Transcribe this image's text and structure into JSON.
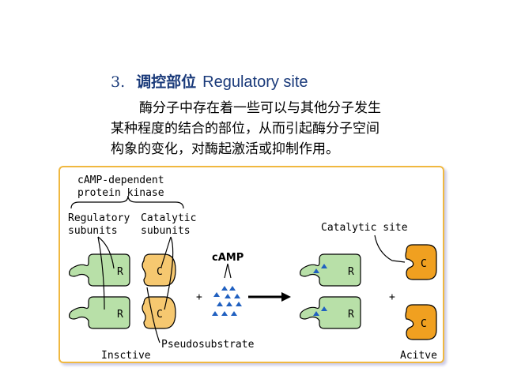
{
  "heading": {
    "number": "3.",
    "title_cn": "调控部位",
    "title_en": "Regulatory site"
  },
  "paragraph": {
    "line1": "酶分子中存在着一些可以与其他分子发生",
    "line2": "某种程度的结合的部位，从而引起酶分子空间",
    "line3": "构象的变化，对酶起激活或抑制作用。"
  },
  "figure": {
    "kinase_label_1": "cAMP-dependent",
    "kinase_label_2": "protein kinase",
    "regulatory_label_1": "Regulatory",
    "regulatory_label_2": "subunits",
    "catalytic_label_1": "Catalytic",
    "catalytic_label_2": "subunits",
    "camp_label": "cAMP",
    "catalytic_site_label": "Catalytic site",
    "pseudosubstrate_label": "Pseudosubstrate",
    "inactive_label": "Insctive",
    "active_label": "Acitve",
    "plus_sign": "+",
    "r_letter": "R",
    "c_letter": "C",
    "colors": {
      "regulatory_fill": "#b8e0a8",
      "catalytic_fill_left": "#f6c870",
      "catalytic_fill_right": "#f0a020",
      "camp_marker": "#2060c0",
      "border": "#f0b840",
      "heading_text": "#1a3a7a"
    }
  }
}
